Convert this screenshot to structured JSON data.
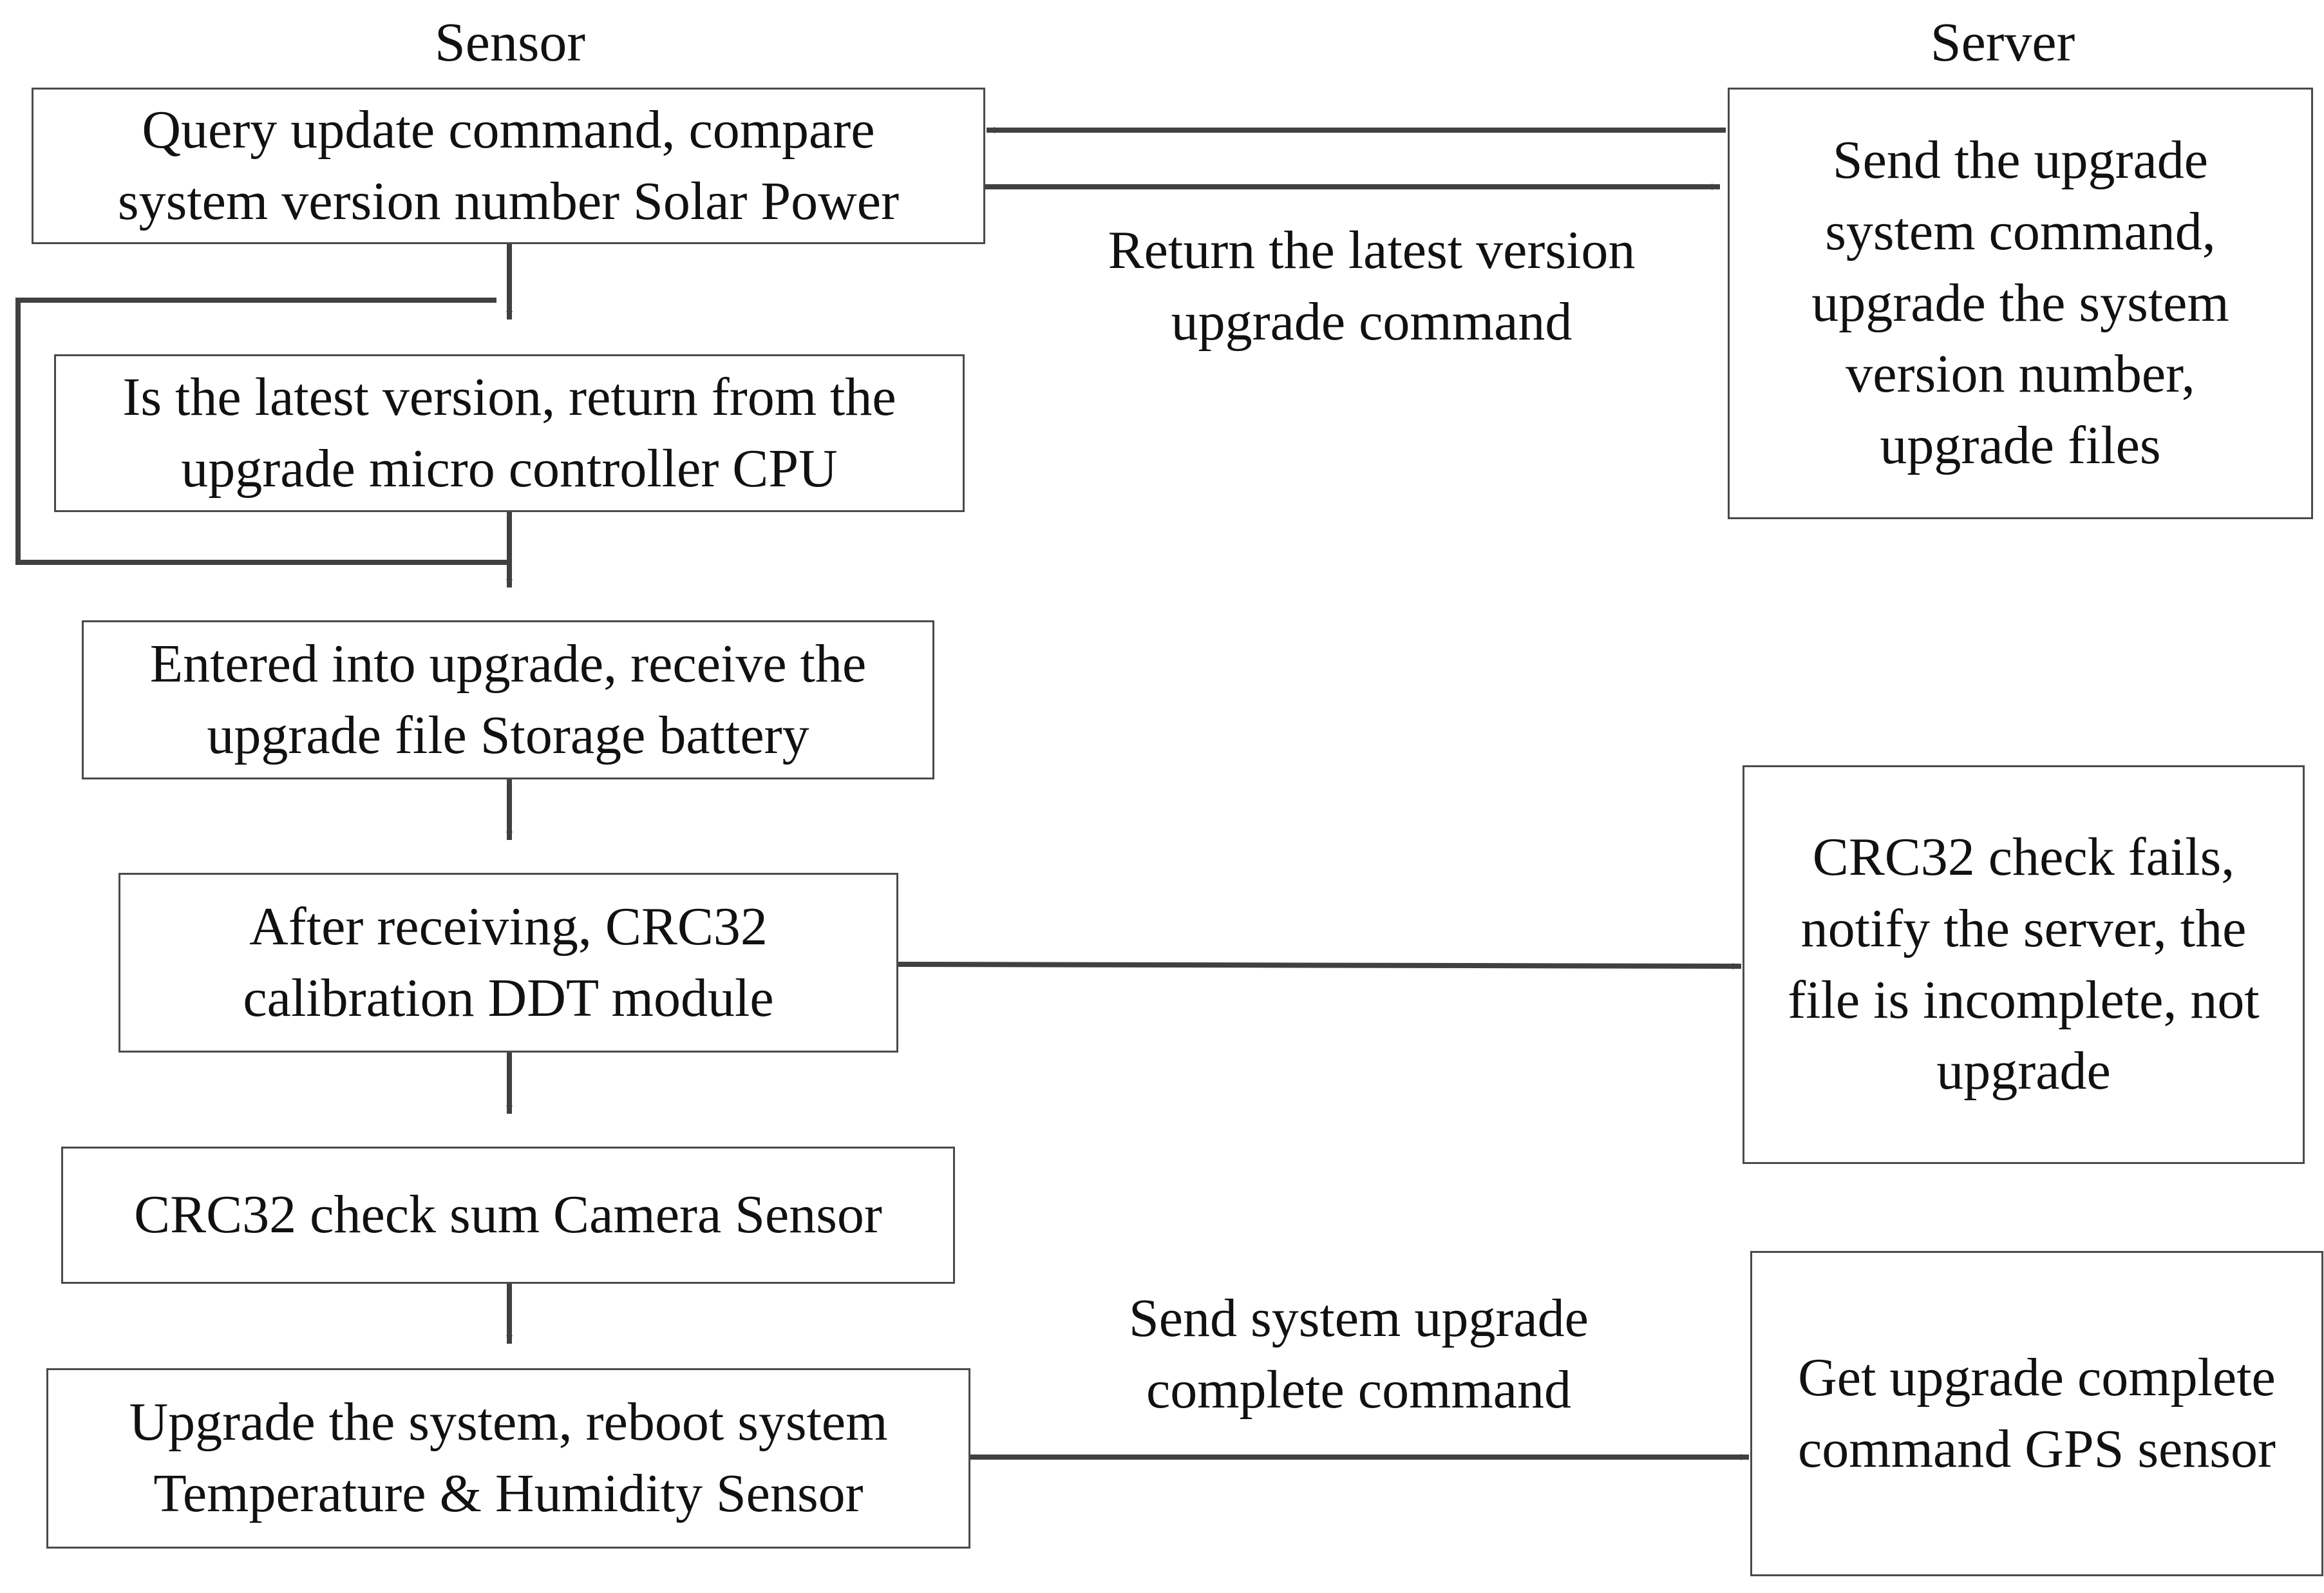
{
  "diagram": {
    "lanes": {
      "left": "Sensor",
      "right": "Server"
    },
    "nodes": {
      "query": [
        "Query update command, compare",
        "system version number Solar Power"
      ],
      "latest": [
        "Is the latest version, return from the",
        "upgrade micro controller CPU"
      ],
      "entered": [
        "Entered into upgrade, receive the",
        "upgrade file Storage battery"
      ],
      "after_receiving": [
        "After receiving, CRC32",
        "calibration DDT module"
      ],
      "crc_check_sum": [
        "CRC32 check sum Camera Sensor"
      ],
      "upgrade_system": [
        "Upgrade the system, reboot system",
        "Temperature & Humidity Sensor"
      ],
      "send_upgrade": [
        "Send the upgrade",
        "system command,",
        "upgrade the system",
        "version number,",
        "upgrade files"
      ],
      "crc_fails": [
        "CRC32 check fails,",
        "notify the server, the",
        "file is incomplete, not",
        "upgrade"
      ],
      "get_complete": [
        "Get upgrade complete",
        "command GPS sensor"
      ]
    },
    "edge_labels": {
      "return_latest": [
        "Return the latest version",
        "upgrade command"
      ],
      "send_complete": [
        "Send system upgrade",
        "complete command"
      ]
    },
    "colors": {
      "line": "#404040",
      "box_border": "#4a4a4a",
      "text": "#111111"
    }
  }
}
